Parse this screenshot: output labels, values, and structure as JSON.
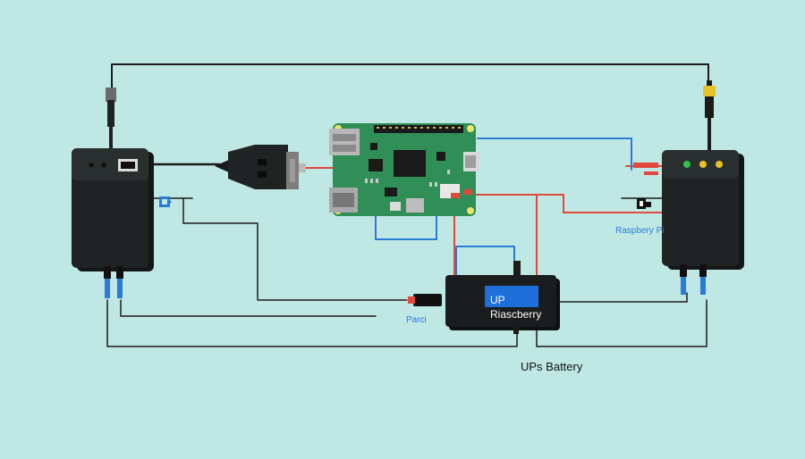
{
  "labels": {
    "raspberry_pi": "Raspbery Pi",
    "parci": "Parci",
    "ups_battery": "UPs Battery",
    "ups_line1": "UP",
    "ups_line2": "Riascberry"
  },
  "colors": {
    "background": "#bfe8e4",
    "wire_dark": "#1b1b1b",
    "wire_red": "#e0493b",
    "wire_blue": "#2a7bd8",
    "board_green": "#2f8f57",
    "device_body": "#1f2324",
    "led_green": "#33c04a",
    "led_yellow": "#e6c229",
    "ups_accent": "#1e6fd9"
  },
  "icons": [
    "power-supply",
    "raspberry-pi-board",
    "usb-plug",
    "ups-battery",
    "router"
  ]
}
